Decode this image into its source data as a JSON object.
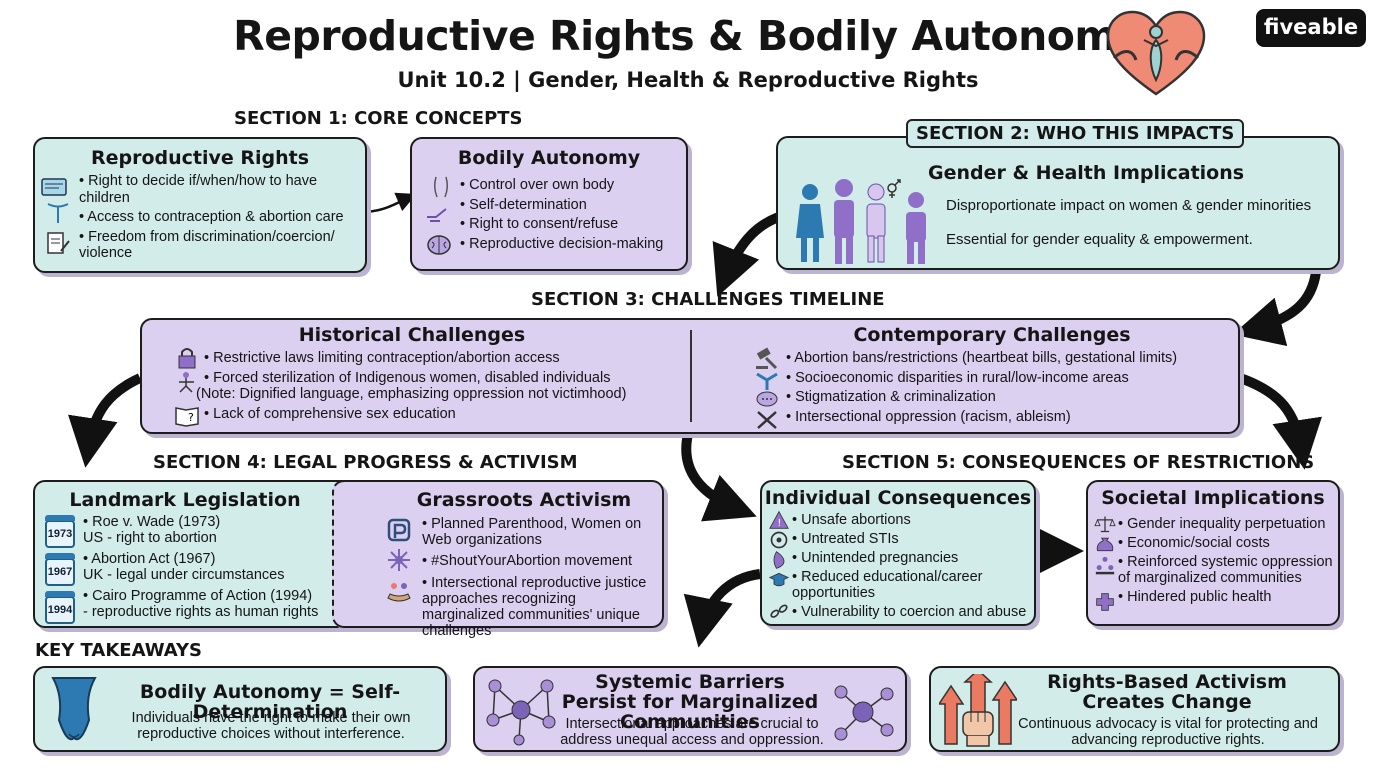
{
  "header": {
    "title": "Reproductive Rights & Bodily Autonomy",
    "subtitle": "Unit 10.2 | Gender, Health & Reproductive Rights",
    "logo": "fiveable"
  },
  "section1": {
    "label": "SECTION 1: CORE CONCEPTS",
    "reproductive_rights": {
      "title": "Reproductive Rights",
      "items": [
        "• Right to decide if/when/how to have children",
        "• Access to contraception & abortion care",
        "• Freedom from discrimination/coercion/ violence"
      ]
    },
    "bodily_autonomy": {
      "title": "Bodily Autonomy",
      "items": [
        "• Control over own body",
        "• Self-determination",
        "• Right to consent/refuse",
        "• Reproductive decision-making"
      ]
    }
  },
  "section2": {
    "label": "SECTION 2: WHO THIS IMPACTS",
    "title": "Gender & Health Implications",
    "line1": "Disproportionate impact on women & gender minorities",
    "line2": "Essential for gender equality & empowerment."
  },
  "section3": {
    "label": "SECTION 3: CHALLENGES TIMELINE",
    "historical": {
      "title": "Historical Challenges",
      "items": [
        "• Restrictive laws limiting contraception/abortion access",
        "• Forced sterilization of Indigenous women, disabled individuals",
        "(Note: Dignified language, emphasizing oppression not victimhood)",
        "• Lack of comprehensive sex education"
      ]
    },
    "contemporary": {
      "title": "Contemporary Challenges",
      "items": [
        "• Abortion bans/restrictions (heartbeat bills, gestational limits)",
        "• Socioeconomic disparities in rural/low-income areas",
        "• Stigmatization & criminalization",
        "• Intersectional oppression (racism, ableism)"
      ]
    }
  },
  "section4": {
    "label": "SECTION 4: LEGAL PROGRESS & ACTIVISM",
    "legislation": {
      "title": "Landmark Legislation",
      "items": [
        {
          "year": "1973",
          "line1": "• Roe v. Wade (1973)",
          "line2": "US - right to abortion"
        },
        {
          "year": "1967",
          "line1": "• Abortion Act (1967)",
          "line2": "UK - legal under circumstances"
        },
        {
          "year": "1994",
          "line1": "• Cairo Programme of Action (1994)",
          "line2": "- reproductive rights as human rights"
        }
      ]
    },
    "grassroots": {
      "title": "Grassroots Activism",
      "items": [
        "• Planned Parenthood, Women on Web organizations",
        "• #ShoutYourAbortion movement",
        "• Intersectional reproductive justice approaches recognizing marginalized communities' unique challenges"
      ]
    }
  },
  "section5": {
    "label": "SECTION 5: CONSEQUENCES OF RESTRICTIONS",
    "individual": {
      "title": "Individual Consequences",
      "items": [
        "• Unsafe abortions",
        "• Untreated STIs",
        "• Unintended pregnancies",
        "• Reduced educational/career opportunities",
        "• Vulnerability to coercion and abuse"
      ]
    },
    "societal": {
      "title": "Societal Implications",
      "items": [
        "• Gender inequality perpetuation",
        "• Economic/social costs",
        "• Reinforced systemic oppression of marginalized communities",
        "• Hindered public health"
      ]
    }
  },
  "takeaways": {
    "label": "KEY TAKEAWAYS",
    "cards": [
      {
        "title": "Bodily Autonomy = Self-Determination",
        "text": "Individuals have the right to make their own reproductive choices without interference."
      },
      {
        "title": "Systemic Barriers Persist for Marginalized Communities",
        "text": "Intersectional approaches are crucial to address unequal access and oppression."
      },
      {
        "title": "Rights-Based Activism Creates Change",
        "text": "Continuous advocacy is vital for protecting and advancing reproductive rights."
      }
    ]
  },
  "colors": {
    "teal": "#d2ecea",
    "lavender": "#dcd0f1",
    "purple": "#7b63b7",
    "blue": "#2d7ab3",
    "coral": "#ea7a62"
  }
}
